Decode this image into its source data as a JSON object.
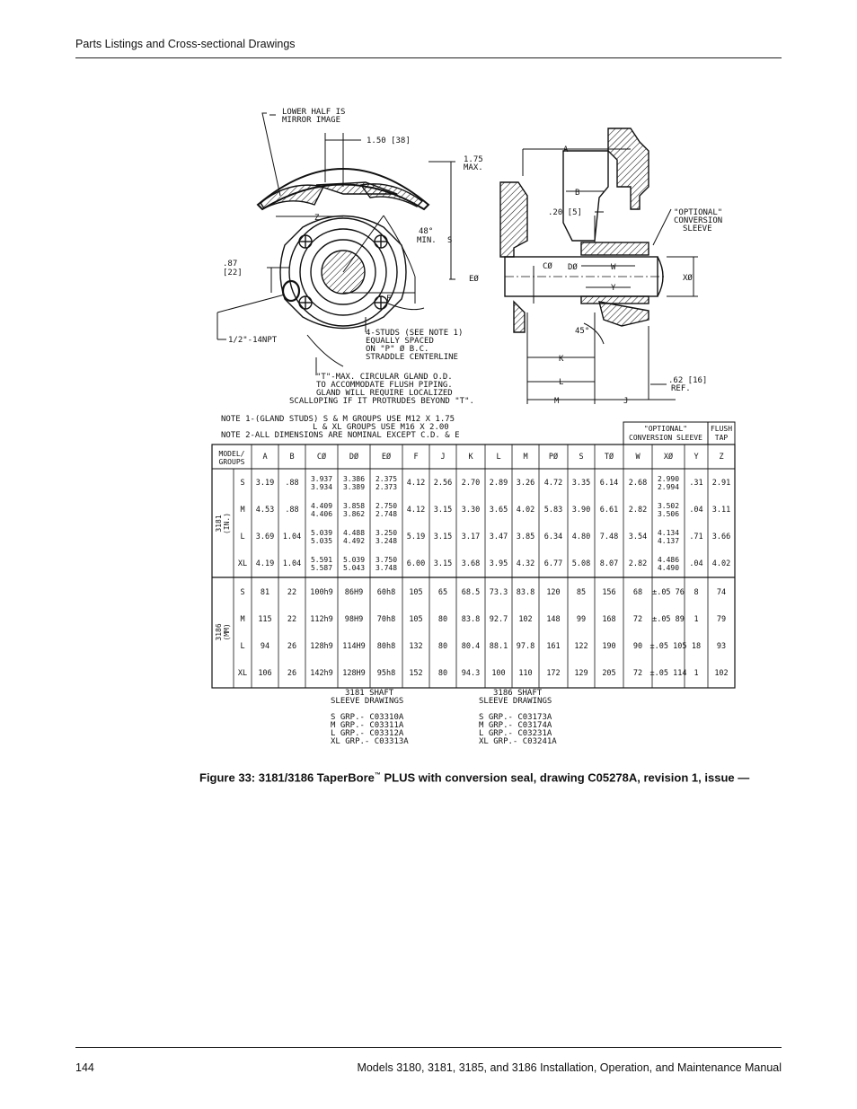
{
  "header": {
    "title": "Parts Listings and Cross-sectional Drawings"
  },
  "drawing": {
    "callouts": {
      "lower_half": [
        "LOWER HALF IS",
        "MIRROR IMAGE"
      ],
      "dim_150": "1.50 [38]",
      "dim_175": [
        "1.75",
        "MAX."
      ],
      "z": "Z",
      "min48": [
        "48°",
        "MIN."
      ],
      "s": "S",
      "dim_87": [
        ".87",
        "[22]"
      ],
      "f": "F",
      "npt": "1/2\"-14NPT",
      "studs": [
        "4-STUDS (SEE NOTE 1)",
        "EQUALLY SPACED",
        "ON \"P\" Ø B.C.",
        "STRADDLE CENTERLINE"
      ],
      "t_note": [
        "\"T\"-MAX. CIRCULAR GLAND O.D.",
        "TO ACCOMMODATE FLUSH PIPING.",
        "GLAND WILL REQUIRE LOCALIZED",
        "SCALLOPING IF IT PROTRUDES BEYOND \"T\"."
      ],
      "a": "A",
      "b": "B",
      "dim_20": ".20 [5]",
      "optional": [
        "\"OPTIONAL\"",
        "CONVERSION",
        "SLEEVE"
      ],
      "c": "CØ",
      "d": "DØ",
      "w": "W",
      "e": "EØ",
      "x": "XØ",
      "y": "Y",
      "deg45": "45°",
      "k": "K",
      "l": "L",
      "m": "M",
      "j": "J",
      "dim_62": [
        ".62 [16]",
        "REF."
      ]
    },
    "notes": [
      "NOTE 1-(GLAND STUDS) S & M  GROUPS USE M12 X 1.75",
      "L & XL GROUPS USE M16 X 2.00",
      "NOTE 2-ALL DIMENSIONS ARE NOMINAL EXCEPT C.D. & E"
    ],
    "table": {
      "group_header_optional": [
        "\"OPTIONAL\"",
        "CONVERSION SLEEVE"
      ],
      "group_header_flush": [
        "FLUSH",
        "TAP"
      ],
      "model_header": [
        "MODEL/",
        "GROUPS"
      ],
      "columns": [
        "A",
        "B",
        "CØ",
        "DØ",
        "EØ",
        "F",
        "J",
        "K",
        "L",
        "M",
        "PØ",
        "S",
        "TØ",
        "W",
        "XØ",
        "Y",
        "Z"
      ],
      "sections": [
        {
          "label": [
            "3181",
            "(IN.)"
          ],
          "rows": [
            {
              "group": "S",
              "cells": [
                "3.19",
                ".88",
                [
                  "3.937",
                  "3.934"
                ],
                [
                  "3.386",
                  "3.389"
                ],
                [
                  "2.375",
                  "2.373"
                ],
                "4.12",
                "2.56",
                "2.70",
                "2.89",
                "3.26",
                "4.72",
                "3.35",
                "6.14",
                "2.68",
                [
                  "2.990",
                  "2.994"
                ],
                ".31",
                "2.91"
              ]
            },
            {
              "group": "M",
              "cells": [
                "4.53",
                ".88",
                [
                  "4.409",
                  "4.406"
                ],
                [
                  "3.858",
                  "3.862"
                ],
                [
                  "2.750",
                  "2.748"
                ],
                "4.12",
                "3.15",
                "3.30",
                "3.65",
                "4.02",
                "5.83",
                "3.90",
                "6.61",
                "2.82",
                [
                  "3.502",
                  "3.506"
                ],
                ".04",
                "3.11"
              ]
            },
            {
              "group": "L",
              "cells": [
                "3.69",
                "1.04",
                [
                  "5.039",
                  "5.035"
                ],
                [
                  "4.488",
                  "4.492"
                ],
                [
                  "3.250",
                  "3.248"
                ],
                "5.19",
                "3.15",
                "3.17",
                "3.47",
                "3.85",
                "6.34",
                "4.80",
                "7.48",
                "3.54",
                [
                  "4.134",
                  "4.137"
                ],
                ".71",
                "3.66"
              ]
            },
            {
              "group": "XL",
              "cells": [
                "4.19",
                "1.04",
                [
                  "5.591",
                  "5.587"
                ],
                [
                  "5.039",
                  "5.043"
                ],
                [
                  "3.750",
                  "3.748"
                ],
                "6.00",
                "3.15",
                "3.68",
                "3.95",
                "4.32",
                "6.77",
                "5.08",
                "8.07",
                "2.82",
                [
                  "4.486",
                  "4.490"
                ],
                ".04",
                "4.02"
              ]
            }
          ]
        },
        {
          "label": [
            "3186",
            "(MM)"
          ],
          "rows": [
            {
              "group": "S",
              "cells": [
                "81",
                "22",
                "100h9",
                "86H9",
                "60h8",
                "105",
                "65",
                "68.5",
                "73.3",
                "83.8",
                "120",
                "85",
                "156",
                "68",
                "±.05 76",
                "8",
                "74"
              ]
            },
            {
              "group": "M",
              "cells": [
                "115",
                "22",
                "112h9",
                "98H9",
                "70h8",
                "105",
                "80",
                "83.8",
                "92.7",
                "102",
                "148",
                "99",
                "168",
                "72",
                "±.05 89",
                "1",
                "79"
              ]
            },
            {
              "group": "L",
              "cells": [
                "94",
                "26",
                "128h9",
                "114H9",
                "80h8",
                "132",
                "80",
                "80.4",
                "88.1",
                "97.8",
                "161",
                "122",
                "190",
                "90",
                "±.05 105",
                "18",
                "93"
              ]
            },
            {
              "group": "XL",
              "cells": [
                "106",
                "26",
                "142h9",
                "128H9",
                "95h8",
                "152",
                "80",
                "94.3",
                "100",
                "110",
                "172",
                "129",
                "205",
                "72",
                "±.05 114",
                "1",
                "102"
              ]
            }
          ]
        }
      ]
    },
    "sleeve_drawings": [
      {
        "title": [
          "3181 SHAFT",
          "SLEEVE DRAWINGS"
        ],
        "items": [
          "S  GRP.- C03310A",
          "M  GRP.- C03311A",
          "L  GRP.- C03312A",
          "XL GRP.- C03313A"
        ]
      },
      {
        "title": [
          "3186 SHAFT",
          "SLEEVE DRAWINGS"
        ],
        "items": [
          "S  GRP.- C03173A",
          "M  GRP.- C03174A",
          "L  GRP.- C03231A",
          "XL GRP.- C03241A"
        ]
      }
    ]
  },
  "caption": {
    "prefix": "Figure 33: 3181/3186 TaperBore",
    "tm": "™",
    "suffix": " PLUS with conversion seal, drawing C05278A, revision 1, issue —"
  },
  "footer": {
    "page": "144",
    "manual": "Models 3180, 3181, 3185, and 3186 Installation, Operation, and Maintenance Manual"
  }
}
